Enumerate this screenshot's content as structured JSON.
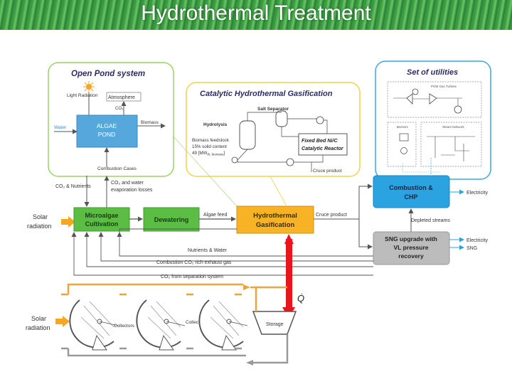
{
  "header": {
    "title": "Hydrothermal Treatment"
  },
  "open_pond": {
    "title": "Open Pond system",
    "light_radiation": "Light Radiation",
    "atmosphere": "Atmosphere",
    "co2": "CO₂",
    "pond_line1": "ALGAE",
    "pond_line2": "POND",
    "biomass": "Biomass",
    "water": "Water",
    "combustion_gases": "Combustion Cases"
  },
  "chg": {
    "title": "Catalytic Hydrothermal Gasification",
    "salt_separator": "Salt Separator",
    "hydrolysis": "Hydrolysis",
    "feed_line1": "Biomass feedstock",
    "feed_line2": "15% solid content",
    "feed_line3": "49 [MW",
    "feed_sub": "th, biomass",
    "feed_end": "]",
    "reactor_line1": "Fixed Bed Ni/C",
    "reactor_line2": "Catalytic Reactor",
    "crude_product": "Cruce product"
  },
  "utilities": {
    "title": "Set of utilities",
    "box1": "POM Gas Turbine",
    "box2": "Burners",
    "box3": "Steam Network"
  },
  "process": {
    "co2_nutrients": "CO₂ & Nutrients",
    "co2_losses_line1": "CO₂ and water",
    "co2_losses_line2": "evaporation losses",
    "solar1_line1": "Solar",
    "solar1_line2": "radiation",
    "micro_line1": "Microalgae",
    "micro_line2": "Cultivation",
    "dewatering": "Dewatering",
    "algae_feed": "Algae feed",
    "hg_line1": "Hydrothermal",
    "hg_line2": "Gasification",
    "crude_product": "Cruce product",
    "chp_line1": "Combustion &",
    "chp_line2": "CHP",
    "electricity1": "Electricity",
    "depleted": "Depleted streams",
    "sng_line1": "SNG upgrade with",
    "sng_line2": "VL pressure",
    "sng_line3": "recovery",
    "electricity2": "Electricity",
    "sng": "SNG",
    "nutrients_water": "Nutrients & Water",
    "exhaust": "Combustion CO₂ rich exhaust gas",
    "separation": "CO₂ from separation system",
    "heat": "Q̇"
  },
  "solar_field": {
    "solar2_line1": "Solar",
    "solar2_line2": "radiation",
    "collectors1": "Collectors",
    "collectors2": "Collectors",
    "storage": "Storage"
  },
  "colors": {
    "green_box": "#5cbd45",
    "orange_box": "#f7b325",
    "blue_box": "#2aa3e0",
    "gray_box": "#bcbcbc",
    "red_arrow": "#e8161b",
    "orange_line": "#f0a33a",
    "green_border": "#9bd26a",
    "yellow_border": "#f0d24a",
    "blue_border": "#3aa7e6"
  }
}
